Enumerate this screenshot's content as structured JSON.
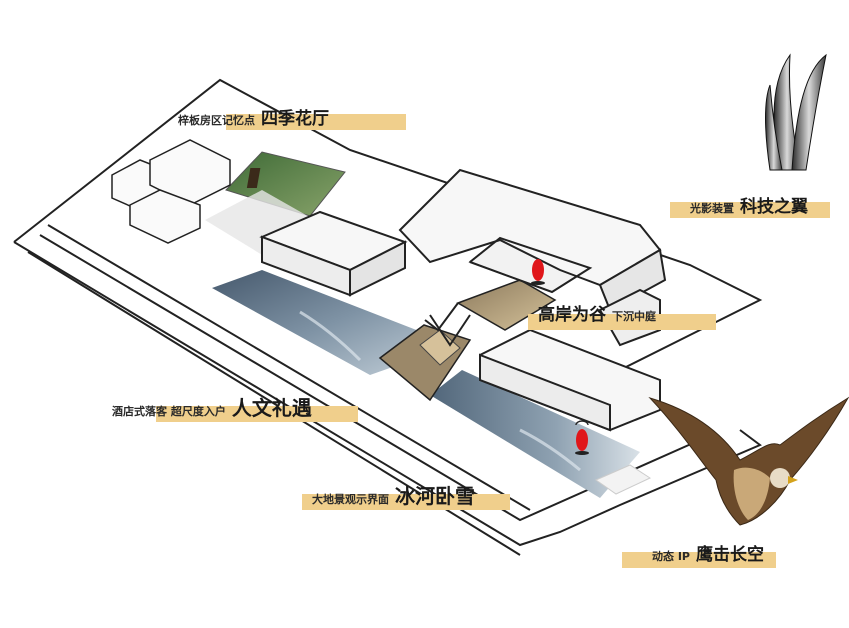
{
  "callouts": [
    {
      "id": "four-seasons",
      "sub": "梓板房区记忆点",
      "main": "四季花厅"
    },
    {
      "id": "tech-wings",
      "sub": "光影装置",
      "main": "科技之翼"
    },
    {
      "id": "sunken-court",
      "sub": "下沉中庭",
      "main": "高岸为谷"
    },
    {
      "id": "humanity",
      "sub": "酒店式落客 超尺度入户",
      "main": "人文礼遇"
    },
    {
      "id": "ice-river",
      "sub": "大地景观示界面",
      "main": "冰河卧雪"
    },
    {
      "id": "eagle",
      "sub": "动态 IP",
      "main": "鹰击长空"
    }
  ],
  "colors": {
    "label_bar": "#f0cf8c",
    "outline": "#222222",
    "marker": "#e0161a",
    "building": "#f7f7f7",
    "water": "#5f7488"
  }
}
